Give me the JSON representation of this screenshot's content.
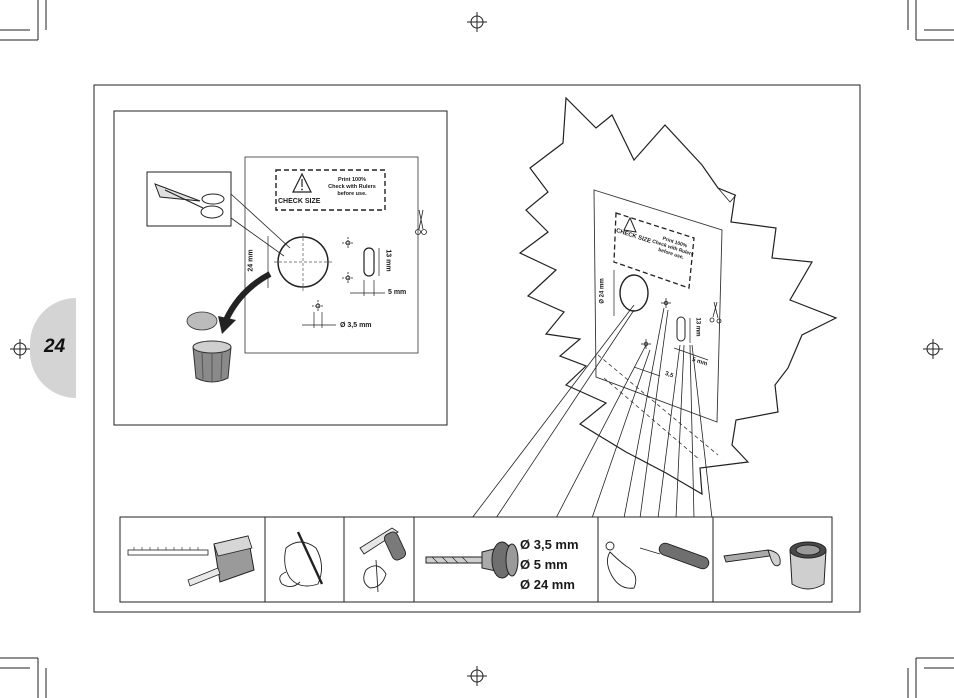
{
  "page": {
    "number": "24"
  },
  "template_sheet": {
    "warning_title": "CHECK SIZE",
    "print_note_line1": "Print 100%",
    "print_note_line2": "Check with Rulers",
    "print_note_line3": "before use.",
    "dim_large_hole": "24 mm",
    "dim_slot_height": "13 mm",
    "dim_slot_width": "5 mm",
    "dim_small_hole": "Ø 3,5 mm"
  },
  "wall_sheet": {
    "warning_title": "CHECK SIZE",
    "print_note_line1": "Print 100%",
    "print_note_line2": "Check with Rulers",
    "print_note_line3": "before use.",
    "dim_large_hole": "Ø 24 mm",
    "dim_slot_height": "13 mm",
    "dim_slot_width": "5 mm",
    "dim_small_hole": "3,5"
  },
  "drill_sizes": [
    "Ø 3,5 mm",
    "Ø 5 mm",
    "Ø 24 mm"
  ],
  "icons": [
    "scissors-icon",
    "trash-bin-icon",
    "tape-measure-icon",
    "pencil-icon",
    "knife-icon",
    "drill-icon",
    "screwdriver-icon",
    "brush-icon",
    "glue-pot-icon"
  ]
}
